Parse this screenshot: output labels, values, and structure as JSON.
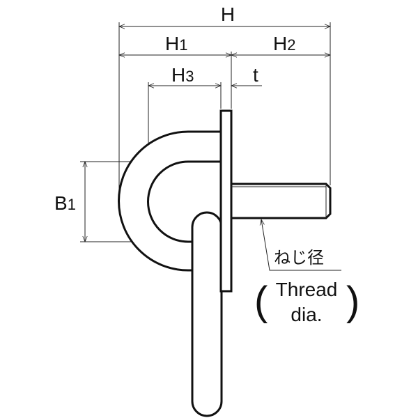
{
  "labels": {
    "H": "H",
    "H1": "H",
    "H1_sub": "1",
    "H2": "H",
    "H2_sub": "2",
    "H3": "H",
    "H3_sub": "3",
    "t": "t",
    "B1": "B",
    "B1_sub": "1",
    "thread_jp": "ねじ径",
    "thread_en_line1": "Thread",
    "thread_en_line2": "dia.",
    "paren_open": "(",
    "paren_close": ")"
  }
}
